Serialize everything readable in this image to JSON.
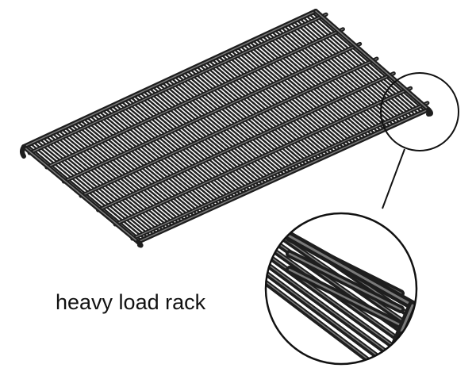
{
  "caption": "heavy load rack",
  "colors": {
    "wire": "#1e1e1e",
    "wire_highlight": "#7a7a7a",
    "background": "#ffffff"
  },
  "shelf": {
    "cross_wires": 92,
    "support_bars": 7
  },
  "detail": {
    "cross_wires": 8,
    "support_bars": 3
  }
}
